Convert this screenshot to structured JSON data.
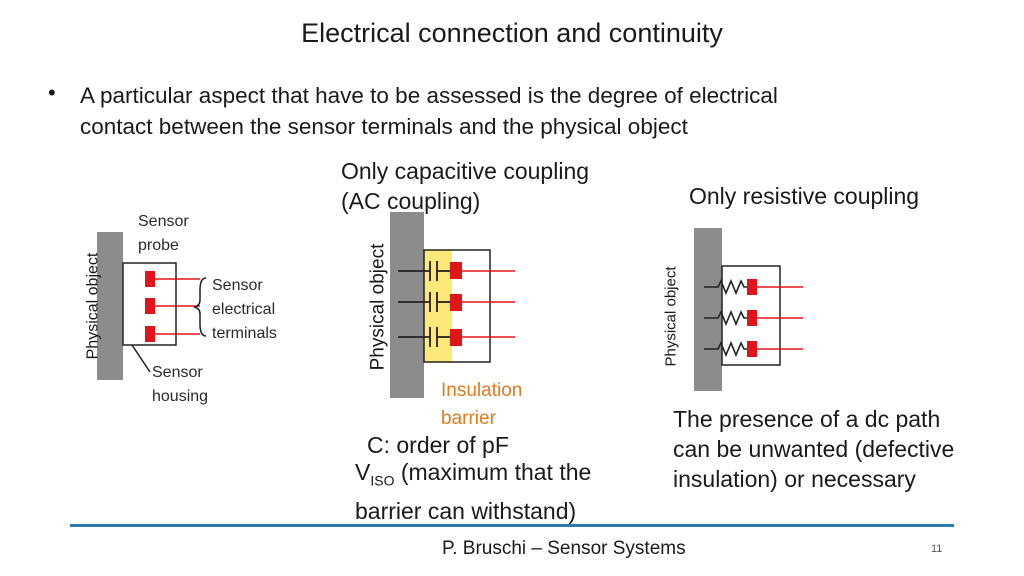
{
  "slide": {
    "title": "Electrical connection and continuity",
    "bullet_marker": "•",
    "bullet_text_line1": "A particular aspect that have to be assessed is the degree of electrical",
    "bullet_text_line2": "contact between the sensor terminals and the physical object"
  },
  "left_diagram": {
    "physical_object_label": "Physical object",
    "sensor_probe_label_1": "Sensor",
    "sensor_probe_label_2": "probe",
    "terminals_label_1": "Sensor",
    "terminals_label_2": "electrical",
    "terminals_label_3": "terminals",
    "housing_label_1": "Sensor",
    "housing_label_2": "housing"
  },
  "middle_diagram": {
    "heading_line1": "Only capacitive coupling",
    "heading_line2": "(AC coupling)",
    "physical_object_label": "Physical object",
    "insulation_label_1": "Insulation",
    "insulation_label_2": "barrier",
    "note_c": "C: order of pF",
    "note_viso_prefix": "V",
    "note_viso_sub": "ISO",
    "note_viso_rest": " (maximum that the",
    "note_viso_line2": "barrier can withstand)"
  },
  "right_diagram": {
    "heading": "Only resistive coupling",
    "physical_object_label": "Physical object",
    "note_line1": "The presence of a dc path",
    "note_line2": "can be unwanted (defective",
    "note_line3": "insulation) or necessary"
  },
  "footer": {
    "author": "P. Bruschi – Sensor Systems",
    "page_number": "11"
  },
  "colors": {
    "terminal_red": "#e0151b",
    "object_gray": "#8c8c8c",
    "barrier_yellow": "#ffe87a",
    "accent_orange": "#e27a1e",
    "footer_line_blue": "#2d7ab3"
  }
}
